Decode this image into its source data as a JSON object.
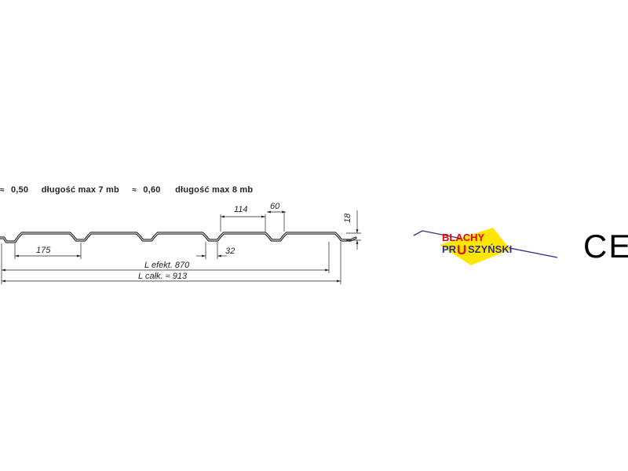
{
  "specs": {
    "thickness_1": "0,50",
    "length_1": "długość max 7 mb",
    "thickness_2": "0,60",
    "length_2": "długość max 8 mb",
    "approx_symbol": "≈"
  },
  "dimensions": {
    "crest_width": "114",
    "crest_top": "60",
    "height": "18",
    "pitch": "175",
    "valley": "32",
    "effective_length": "L efekt. 870",
    "total_length": "L całk. ≈ 913"
  },
  "logo": {
    "line1": "BLACHY",
    "line2_left": "PR",
    "line2_mark": "U",
    "line2_right": "SZYŃSKI"
  },
  "certification": {
    "mark": "CE"
  },
  "colors": {
    "ink": "#231f20",
    "logo_red": "#e30613",
    "logo_yellow": "#ffe600",
    "logo_blue": "#2b2f86"
  }
}
